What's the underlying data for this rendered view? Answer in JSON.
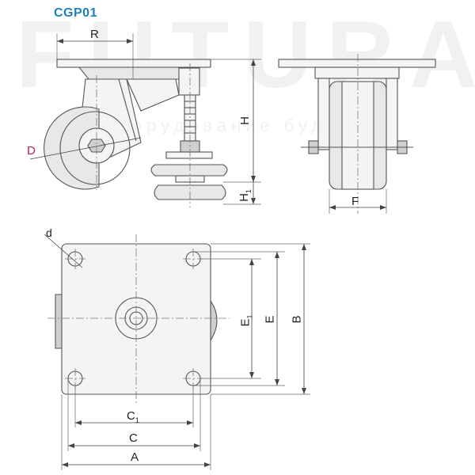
{
  "title": "CGP01",
  "watermark": {
    "text": "FUTURA",
    "subtitle": "оборудование будущего"
  },
  "labels": {
    "R": "R",
    "H": "H",
    "H1_main": "H",
    "H1_sub": "1",
    "D": "D",
    "F": "F",
    "d": "d",
    "E1_main": "E",
    "E1_sub": "1",
    "E": "E",
    "B": "B",
    "C1_main": "C",
    "C1_sub": "1",
    "C": "C",
    "A": "A"
  },
  "colors": {
    "title": "#1f7fc1",
    "D_label": "#b01f5a"
  }
}
